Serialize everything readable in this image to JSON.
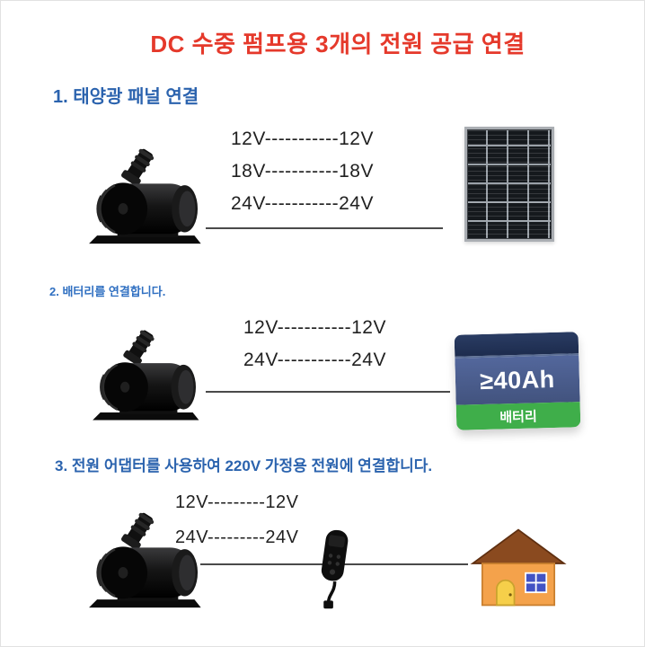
{
  "title": "DC 수중 펌프용 3개의 전원 공급 연결",
  "section1": {
    "heading": "1. 태양광 패널 연결",
    "rows": [
      "12V-----------12V",
      "18V-----------18V",
      "24V-----------24V"
    ]
  },
  "section2": {
    "heading": "2. 배터리를 연결합니다.",
    "rows": [
      "12V-----------12V",
      "24V-----------24V"
    ],
    "battery": {
      "capacity": "≥40Ah",
      "label": "배터리"
    }
  },
  "section3": {
    "heading": "3. 전원 어댑터를 사용하여 220V 가정용 전원에 연결합니다.",
    "rows": [
      "12V---------12V",
      "24V---------24V"
    ]
  },
  "icons": {
    "pump": "submersible-pump-icon",
    "solar_panel": "solar-panel-icon",
    "battery": "battery-icon",
    "adapter": "power-adapter-icon",
    "house": "house-icon"
  },
  "colors": {
    "title": "#e5392b",
    "heading": "#2b63ae",
    "voltage_text": "#212121",
    "connection_line": "#4a4a4a",
    "battery_green": "#3fae4a",
    "battery_blue": "#4a5e91",
    "house_wall": "#f4a24b",
    "house_roof": "#8a4a1f"
  }
}
